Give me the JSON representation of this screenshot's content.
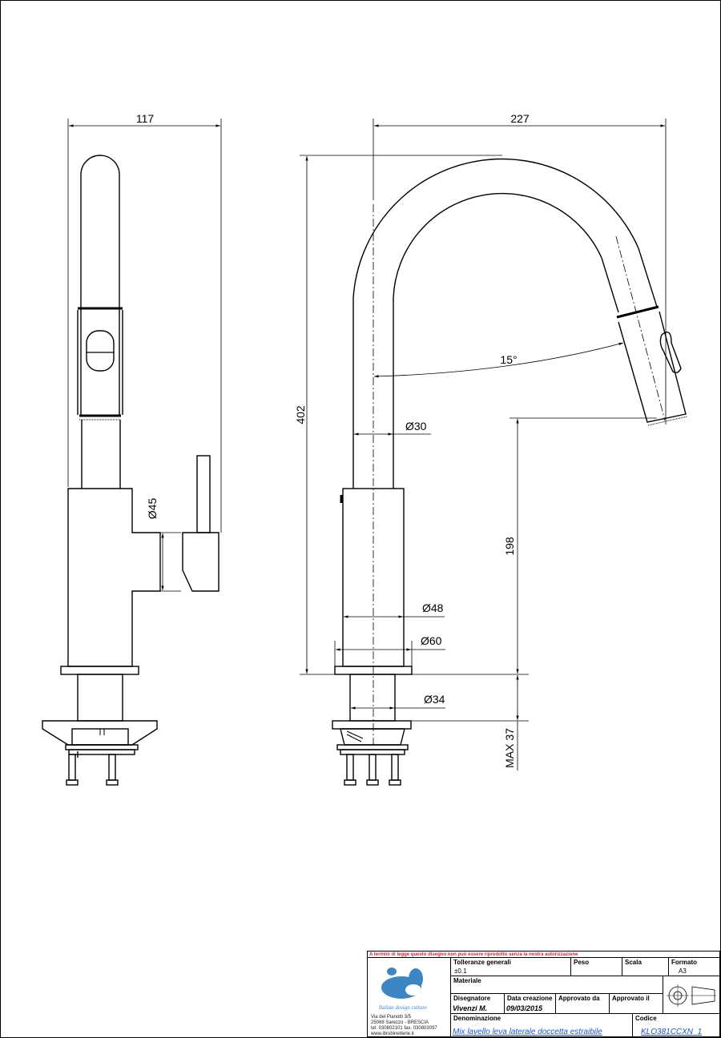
{
  "dimensions": {
    "side_width": "117",
    "front_width": "227",
    "total_height": "402",
    "spout_angle": "15°",
    "spout_diameter": "Ø30",
    "lever_diameter": "Ø45",
    "spout_height": "198",
    "body_diameter": "Ø48",
    "base_diameter": "Ø60",
    "shank_diameter": "Ø34",
    "max_deck": "MAX 37"
  },
  "title_block": {
    "warning": "A termini di legge questo disegno non può essere riprodotto senza la nostra autorizzazione",
    "tolerances_label": "Tolleranze generali",
    "tolerances_value": "±0.1",
    "weight_label": "Peso",
    "scale_label": "Scala",
    "format_label": "Formato",
    "format_value": "A3",
    "material_label": "Materiale",
    "designer_label": "Disegnatore",
    "designer_value": "Vivenzi M.",
    "created_label": "Data creazione",
    "created_value": "09/03/2015",
    "approved_by_label": "Approvato da",
    "approved_on_label": "Approvato il",
    "name_label": "Denominazione",
    "name_value": "Mix lavello leva laterale doccetta estraibile",
    "code_label": "Codice",
    "code_value": "KLO381CCXN_1",
    "tagline": "Italian design culture",
    "address": [
      "Via dei Pianotti 3/5",
      "25068 Sarezzo - BRESCIA",
      "tel. 030802101 fax. 030803097",
      "www.ibrubinetterie.it"
    ]
  },
  "colors": {
    "line": "#000000",
    "logo_blue": "#3d86c6",
    "warning_red": "#d8232a",
    "link_blue": "#1a56c8"
  }
}
